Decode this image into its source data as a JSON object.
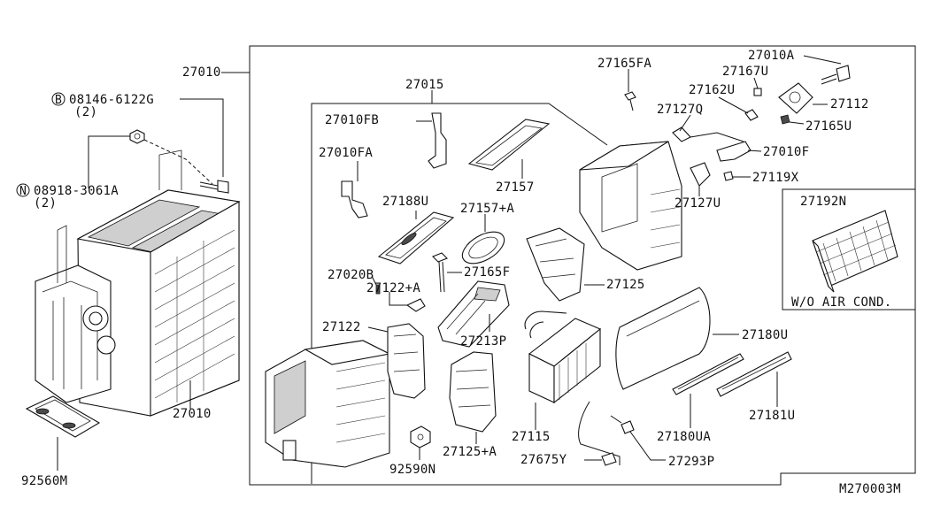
{
  "diagram": {
    "code": "M270003M",
    "labels": {
      "p27010_top": "27010",
      "p27010_bottom": "27010",
      "bolt_b": "08146-6122G",
      "bolt_b_qty": "(2)",
      "nut_n": "08918-3061A",
      "nut_n_qty": "(2)",
      "p92560M": "92560M",
      "p27015": "27015",
      "p27010FB": "27010FB",
      "p27010FA": "27010FA",
      "p27157": "27157",
      "p27188U": "27188U",
      "p27157A": "27157+A",
      "p27020B": "27020B",
      "p27122A": "27122+A",
      "p27165F": "27165F",
      "p27122": "27122",
      "p27213P": "27213P",
      "p27125": "27125",
      "p27125A": "27125+A",
      "p92590N": "92590N",
      "p27165FA": "27165FA",
      "p27167U": "27167U",
      "p27162U": "27162U",
      "p27010A": "27010A",
      "p27112": "27112",
      "p27165U": "27165U",
      "p27127Q": "27127Q",
      "p27010F": "27010F",
      "p27119X": "27119X",
      "p27127U": "27127U",
      "p27192N": "27192N",
      "wo_air_cond": "W/O AIR COND.",
      "p27180U": "27180U",
      "p27180UA": "27180UA",
      "p27181U": "27181U",
      "p27115": "27115",
      "p27675Y": "27675Y",
      "p27293P": "27293P"
    },
    "circle_symbols": {
      "bolt": "B",
      "nut": "N"
    }
  }
}
